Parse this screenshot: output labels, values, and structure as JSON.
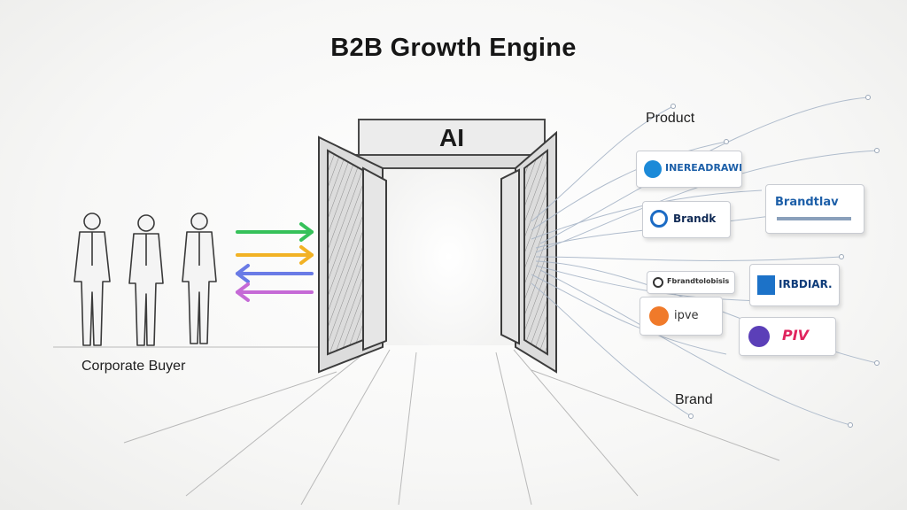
{
  "title": "B2B Growth Engine",
  "door_sign": "AI",
  "labels": {
    "buyer": "Corporate Buyer",
    "product": "Product",
    "brand": "Brand"
  },
  "arrows": [
    {
      "direction": "right",
      "color": "#36c15a"
    },
    {
      "direction": "right",
      "color": "#f2b224"
    },
    {
      "direction": "left",
      "color": "#6a7be6"
    },
    {
      "direction": "left",
      "color": "#c56ad6"
    }
  ],
  "brand_cards": [
    {
      "text": "INEREADRAWKER",
      "accent": "#1c8ad8"
    },
    {
      "text": "Brandtlav",
      "accent": "#1d5fa8"
    },
    {
      "text": "Brandk",
      "accent": "#1c6bc4"
    },
    {
      "text": "Fbrandtolobisis",
      "accent": "#333333"
    },
    {
      "text": "IRBDIAR.",
      "accent": "#1c72c8"
    },
    {
      "text": "ipve",
      "accent": "#f07a2a"
    },
    {
      "text": "PIV",
      "accent": "#e0245e"
    }
  ]
}
